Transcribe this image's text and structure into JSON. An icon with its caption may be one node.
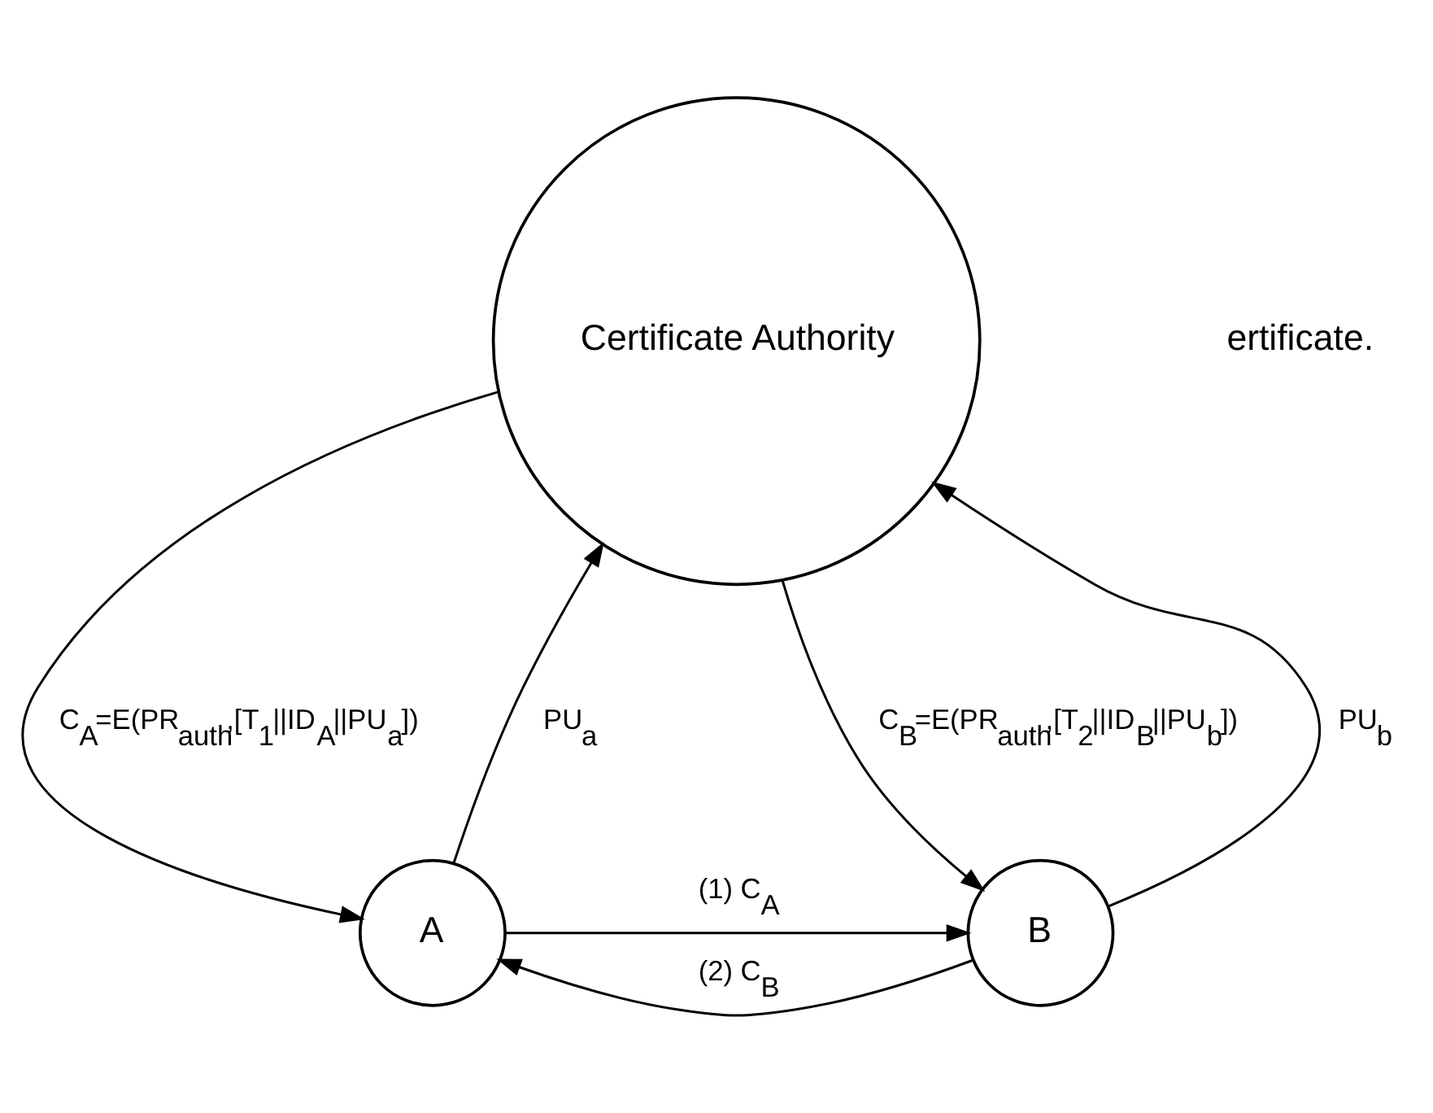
{
  "diagram": {
    "nodes": [
      {
        "text": [
          "Certificate Authority"
        ]
      },
      {
        "text": [
          "A"
        ]
      },
      {
        "text": [
          "B"
        ]
      }
    ],
    "edges": [
      {
        "from": 1,
        "to": 0,
        "arrow": "to",
        "label": "PU$_{a}$"
      },
      {
        "from": 0,
        "to": 1,
        "arrow": "to",
        "label": "C$_{A}$=E(PR$_{auth}$,[T$_{1}$||ID$_{A}$||PU$_{a}$])"
      },
      {
        "from": 0,
        "to": 2,
        "arrow": "to",
        "label": "C$_{B}$=E(PR$_{auth}$,[T$_{2}$||ID$_{B}$||PU$_{b}$])"
      },
      {
        "from": 2,
        "to": 0,
        "arrow": "to",
        "label": "PU$_{b}$"
      },
      {
        "from": 1,
        "to": 2,
        "arrow": "to",
        "label": "(1) C$_{A}$"
      },
      {
        "from": 2,
        "to": 1,
        "arrow": "to",
        "label": "(2) C$_{B}$"
      }
    ],
    "labels": [
      "ertificate."
    ]
  }
}
